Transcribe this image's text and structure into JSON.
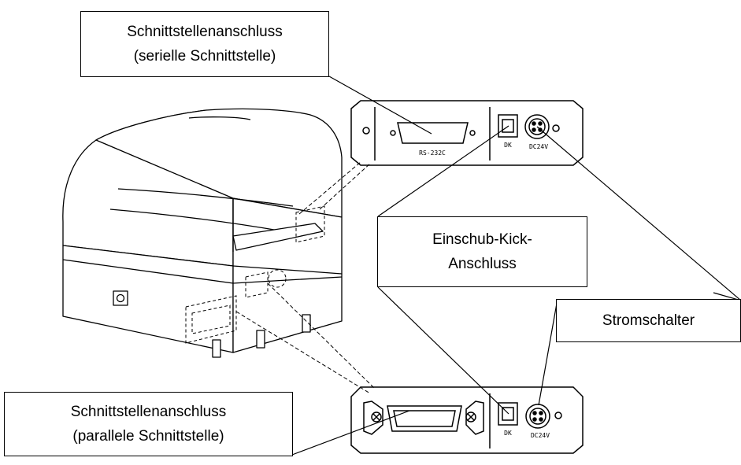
{
  "labels": {
    "serial_line1": "Schnittstellenanschluss",
    "serial_line2": "(serielle Schnittstelle)",
    "drawer_line1": "Einschub-Kick-",
    "drawer_line2": "Anschluss",
    "power": "Stromschalter",
    "parallel_line1": "Schnittstellenanschluss",
    "parallel_line2": "(parallele Schnittstelle)"
  },
  "panel_markings": {
    "rs232c": "RS-232C",
    "dk": "DK",
    "dc24v": "DC24V"
  },
  "colors": {
    "line": "#000000",
    "background": "#ffffff"
  }
}
